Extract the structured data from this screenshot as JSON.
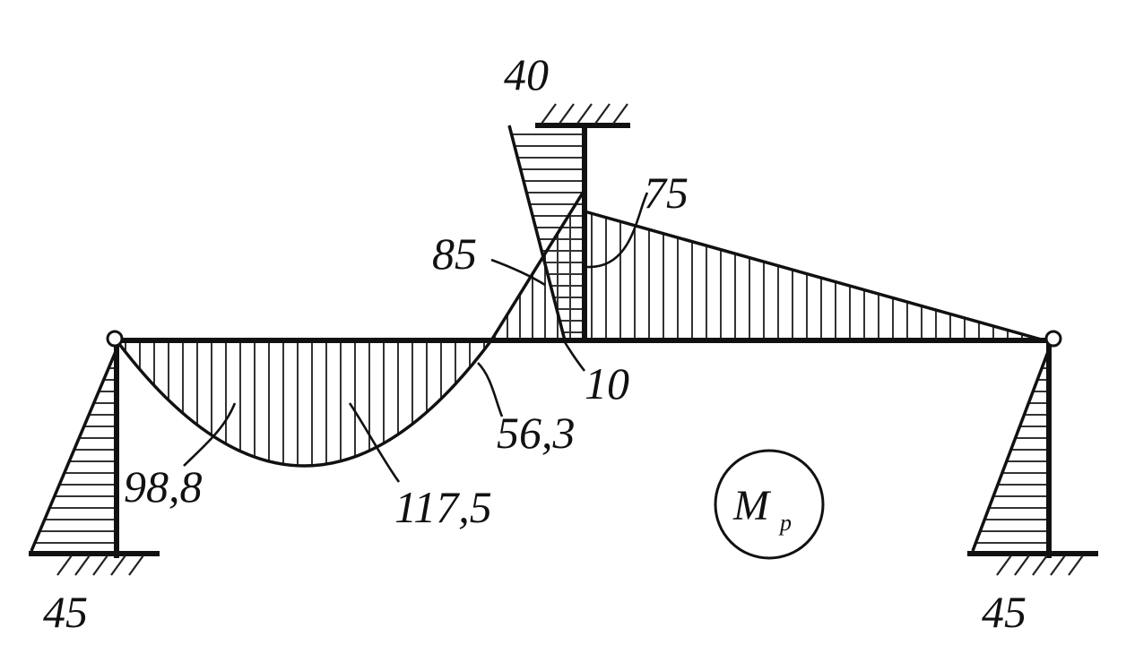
{
  "diagram": {
    "labels": {
      "left_base_moment": "45",
      "right_base_moment": "45",
      "top_column_moment": "40",
      "column_joint_right": "75",
      "column_joint_left": "85",
      "joint_bottom": "10",
      "span_zero_crossing": "56,3",
      "span_quarter": "98,8",
      "span_max": "117,5"
    },
    "diagram_title": {
      "main": "M",
      "subscript": "p"
    },
    "colors": {
      "line": "#111111",
      "background": "#ffffff"
    }
  }
}
